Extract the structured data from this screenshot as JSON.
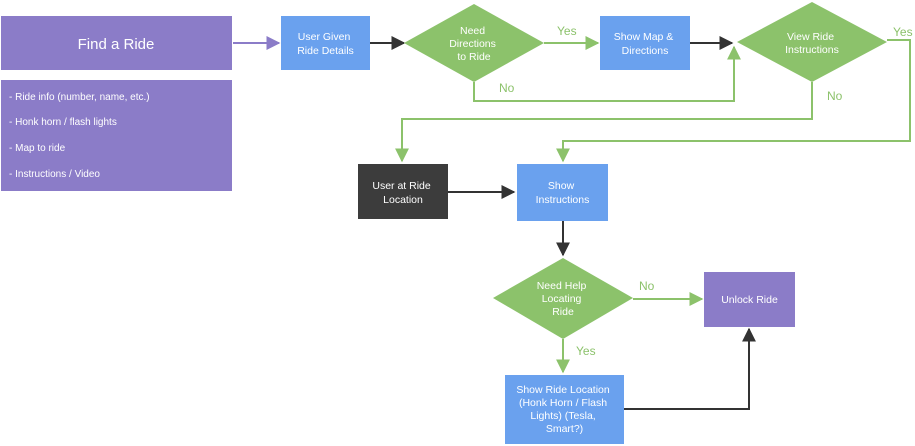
{
  "colors": {
    "purple": "#8b7cc8",
    "blue": "#6aa1ee",
    "green": "#8cc26b",
    "dark": "#3c3c3c",
    "arrow_dark": "#333333"
  },
  "header": {
    "title": "Find a Ride"
  },
  "features": [
    "- Ride info (number, name, etc.)",
    "- Honk horn / flash lights",
    "- Map to ride",
    "- Instructions / Video"
  ],
  "nodes": {
    "user_given": [
      "User Given",
      "Ride Details"
    ],
    "need_directions": [
      "Need",
      "Directions",
      "to Ride"
    ],
    "show_map": [
      "Show Map &",
      "Directions"
    ],
    "view_instructions": [
      "View Ride",
      "Instructions"
    ],
    "user_at_location": [
      "User at Ride",
      "Location"
    ],
    "show_instructions": [
      "Show",
      "Instructions"
    ],
    "need_help": [
      "Need Help",
      "Locating",
      "Ride"
    ],
    "unlock": [
      "Unlock Ride"
    ],
    "show_location": [
      "Show Ride Location",
      "(Honk Horn / Flash",
      "Lights) (Tesla,",
      "Smart?)"
    ]
  },
  "labels": {
    "directions_yes": "Yes",
    "directions_no": "No",
    "instructions_yes": "Yes",
    "instructions_no": "No",
    "help_no": "No",
    "help_yes": "Yes"
  }
}
